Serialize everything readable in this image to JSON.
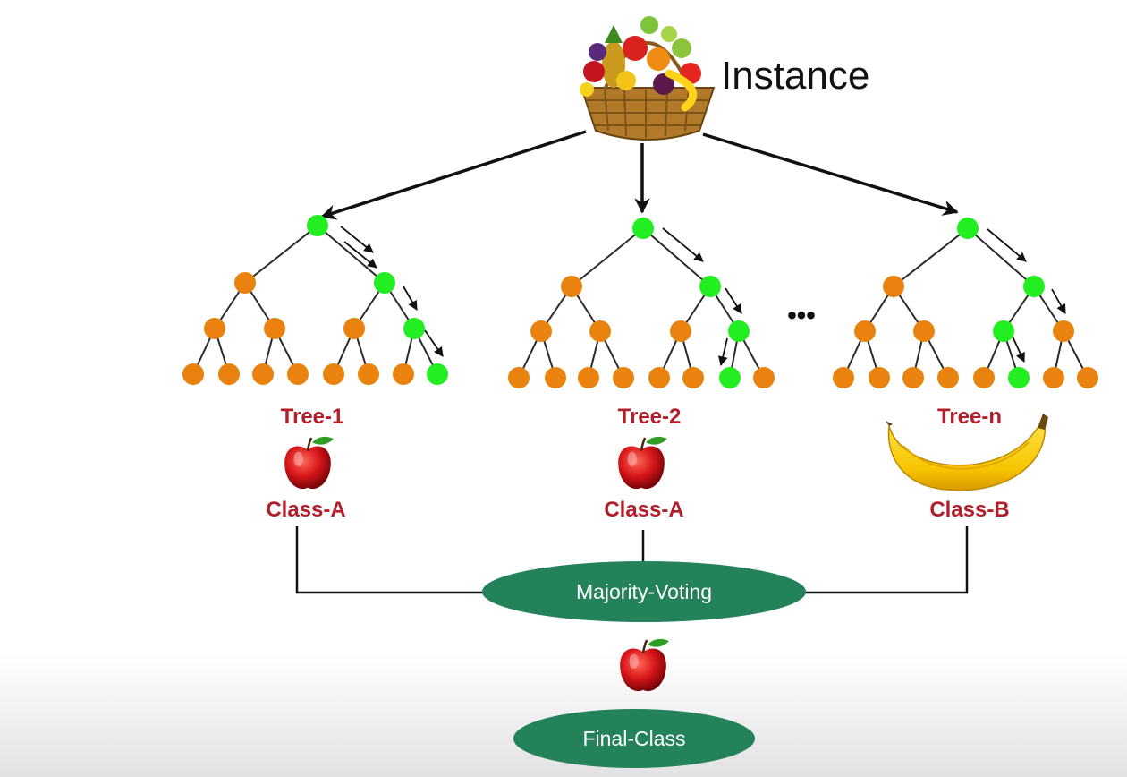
{
  "instance": {
    "label": "Instance",
    "icon": "fruit-basket-icon"
  },
  "ellipsis": "•••",
  "trees": [
    {
      "name": "Tree-1",
      "result_label": "Class-A",
      "result_icon": "apple-icon"
    },
    {
      "name": "Tree-2",
      "result_label": "Class-A",
      "result_icon": "apple-icon"
    },
    {
      "name": "Tree-n",
      "result_label": "Class-B",
      "result_icon": "banana-icon"
    }
  ],
  "voting": {
    "label": "Majority-Voting"
  },
  "final": {
    "label": "Final-Class",
    "icon": "apple-icon"
  },
  "colors": {
    "node_default": "#e9820e",
    "node_active": "#22ee22",
    "label_red": "#b21e2a",
    "ellipse_green": "#238259",
    "arrow": "#111111"
  }
}
